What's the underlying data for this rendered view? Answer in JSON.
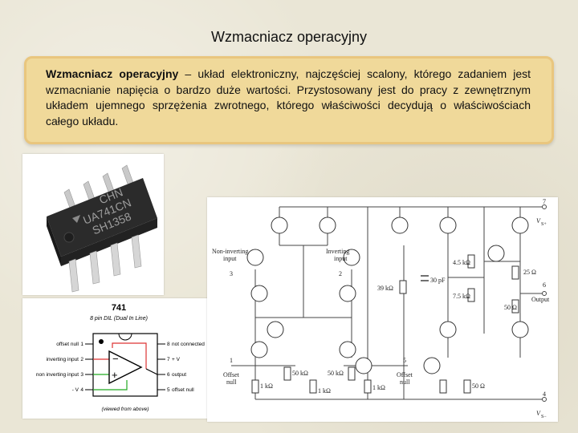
{
  "slide": {
    "title": "Wzmacniacz operacyjny"
  },
  "definition": {
    "term": "Wzmacniacz operacyjny",
    "text": " – układ elektroniczny, najczęściej scalony, którego zadaniem jest wzmacnianie napięcia o bardzo duże wartości. Przystosowany jest do pracy z zewnętrznym układem ujemnego sprzężenia zwrotnego, którego właściwości decydują o właściwościach całego układu."
  },
  "chip_photo": {
    "marking_line1": "CHN",
    "marking_line2": "UA741CN",
    "marking_line3": "SH1358"
  },
  "pinout": {
    "title": "741",
    "subtitle": "8 pin DIL (Dual In Line)",
    "pins_left": [
      "offset null",
      "inverting input",
      "non inverting input",
      "- V"
    ],
    "pins_right": [
      "not connected",
      "+ V",
      "output",
      "offset null"
    ],
    "pin_numbers_left": [
      "1",
      "2",
      "3",
      "4"
    ],
    "pin_numbers_right": [
      "8",
      "7",
      "6",
      "5"
    ],
    "minus_sign": "−",
    "plus_sign": "+",
    "footer": "(viewed from above)"
  },
  "schematic": {
    "noninv_label_line1": "Non-inverting",
    "noninv_label_line2": "input",
    "noninv_pin": "3",
    "inv_label_line1": "Inverting",
    "inv_label_line2": "input",
    "inv_pin": "2",
    "r_45k": "4.5 kΩ",
    "r_25": "25 Ω",
    "c_30p": "30 pF",
    "r_39k": "39 kΩ",
    "r_75k": "7.5 kΩ",
    "r_50_out": "50 Ω",
    "output_pin": "6",
    "output_label": "Output",
    "vs_plus_pin": "7",
    "vs_plus_label": "V",
    "vs_plus_sub": "S+",
    "offset1_pin": "1",
    "offset1_label_line1": "Offset",
    "offset1_label_line2": "null",
    "offset5_pin": "5",
    "offset5_label_line1": "Offset",
    "offset5_label_line2": "null",
    "r_1k_a": "1 kΩ",
    "r_50k_a": "50 kΩ",
    "r_1k_b": "1 kΩ",
    "r_1k_c": "1 kΩ",
    "r_50k_b": "50 kΩ",
    "r_50_bot": "50 Ω",
    "vs_minus_pin": "4",
    "vs_minus_label": "V",
    "vs_minus_sub": "S−"
  }
}
